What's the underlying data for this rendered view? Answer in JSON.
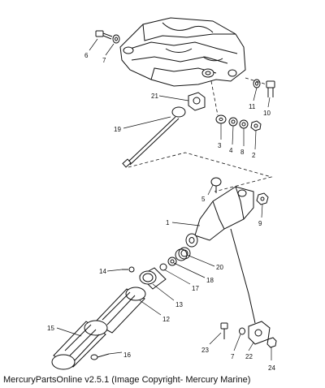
{
  "footer": {
    "copyright": "MercuryPartsOnline v2.5.1 (Image Copyright- Mercury Marine)"
  },
  "callouts": [
    {
      "id": "p6",
      "text": "6"
    },
    {
      "id": "p7a",
      "text": "7"
    },
    {
      "id": "p11",
      "text": "11"
    },
    {
      "id": "p10",
      "text": "10"
    },
    {
      "id": "p21",
      "text": "21"
    },
    {
      "id": "p19",
      "text": "19"
    },
    {
      "id": "p3",
      "text": "3"
    },
    {
      "id": "p4",
      "text": "4"
    },
    {
      "id": "p8",
      "text": "8"
    },
    {
      "id": "p2",
      "text": "2"
    },
    {
      "id": "p5",
      "text": "5"
    },
    {
      "id": "p9",
      "text": "9"
    },
    {
      "id": "p1",
      "text": "1"
    },
    {
      "id": "p20",
      "text": "20"
    },
    {
      "id": "p14",
      "text": "14"
    },
    {
      "id": "p18",
      "text": "18"
    },
    {
      "id": "p17",
      "text": "17"
    },
    {
      "id": "p13",
      "text": "13"
    },
    {
      "id": "p12",
      "text": "12"
    },
    {
      "id": "p15",
      "text": "15"
    },
    {
      "id": "p16",
      "text": "16"
    },
    {
      "id": "p23",
      "text": "23"
    },
    {
      "id": "p7b",
      "text": "7"
    },
    {
      "id": "p22",
      "text": "22"
    },
    {
      "id": "p24",
      "text": "24"
    }
  ]
}
